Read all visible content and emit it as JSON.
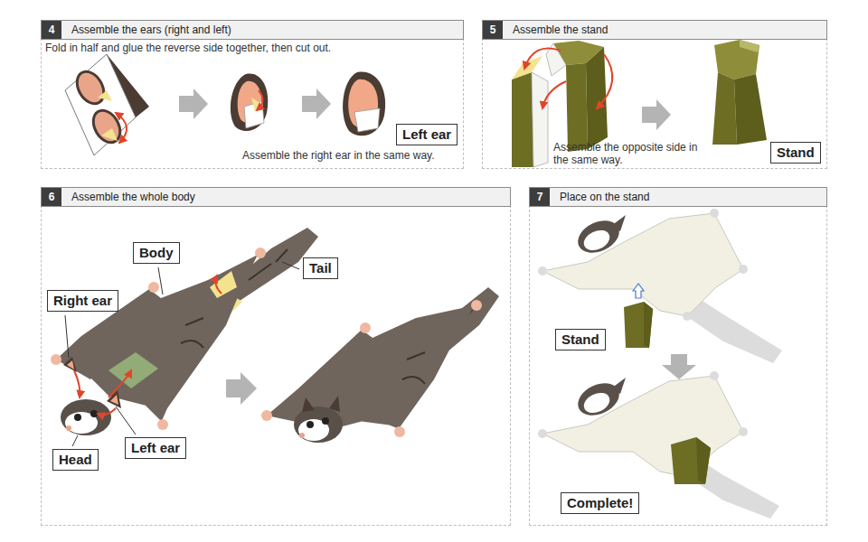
{
  "diagram": {
    "nodes": [
      {
        "text": [
          "4",
          "Assemble the ears (right and left)"
        ]
      },
      {
        "text": [
          "Left ear"
        ],
        "in": 0
      },
      {
        "text": [
          "5",
          "Assemble the stand"
        ]
      },
      {
        "text": [
          "Stand"
        ],
        "in": 2
      },
      {
        "text": [
          "6",
          "Assemble the whole body"
        ]
      },
      {
        "text": [
          "Body"
        ],
        "in": 4
      },
      {
        "text": [
          "Tail"
        ],
        "in": 4
      },
      {
        "text": [
          "Right ear"
        ],
        "in": 4
      },
      {
        "text": [
          "Head"
        ],
        "in": 4
      },
      {
        "text": [
          "Left ear"
        ],
        "in": 4
      },
      {
        "text": [
          "7",
          "Place on the stand"
        ]
      },
      {
        "text": [
          "Stand"
        ],
        "in": 10
      },
      {
        "text": [
          "Complete!"
        ],
        "in": 10
      }
    ],
    "labels": [
      "Fold in half and glue the reverse side together, then cut out.",
      "Assemble the right ear in the same way.",
      "Assemble the opposite side in the same way."
    ]
  }
}
